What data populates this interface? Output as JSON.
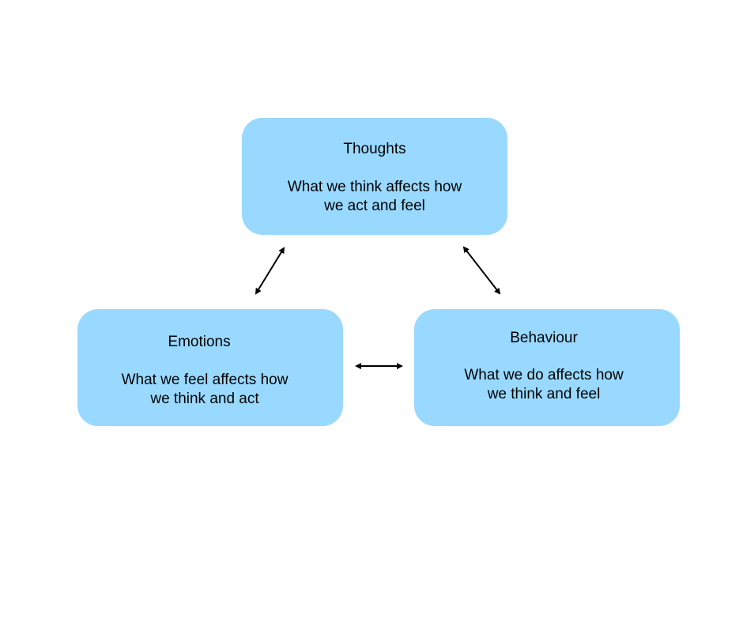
{
  "diagram": {
    "nodes": [
      {
        "id": "thoughts",
        "title": "Thoughts",
        "line1": "What we think affects how",
        "line2": "we act and feel"
      },
      {
        "id": "emotions",
        "title": "Emotions",
        "line1": "What we feel affects how",
        "line2": "we think and act"
      },
      {
        "id": "behaviour",
        "title": "Behaviour",
        "line1": "What we do affects how",
        "line2": "we think and feel"
      }
    ],
    "edges": [
      {
        "from": "thoughts",
        "to": "emotions",
        "type": "bidirectional"
      },
      {
        "from": "thoughts",
        "to": "behaviour",
        "type": "bidirectional"
      },
      {
        "from": "emotions",
        "to": "behaviour",
        "type": "bidirectional"
      }
    ],
    "colors": {
      "node_fill": "#99d9ff",
      "arrow": "#000000",
      "text": "#000000"
    }
  }
}
